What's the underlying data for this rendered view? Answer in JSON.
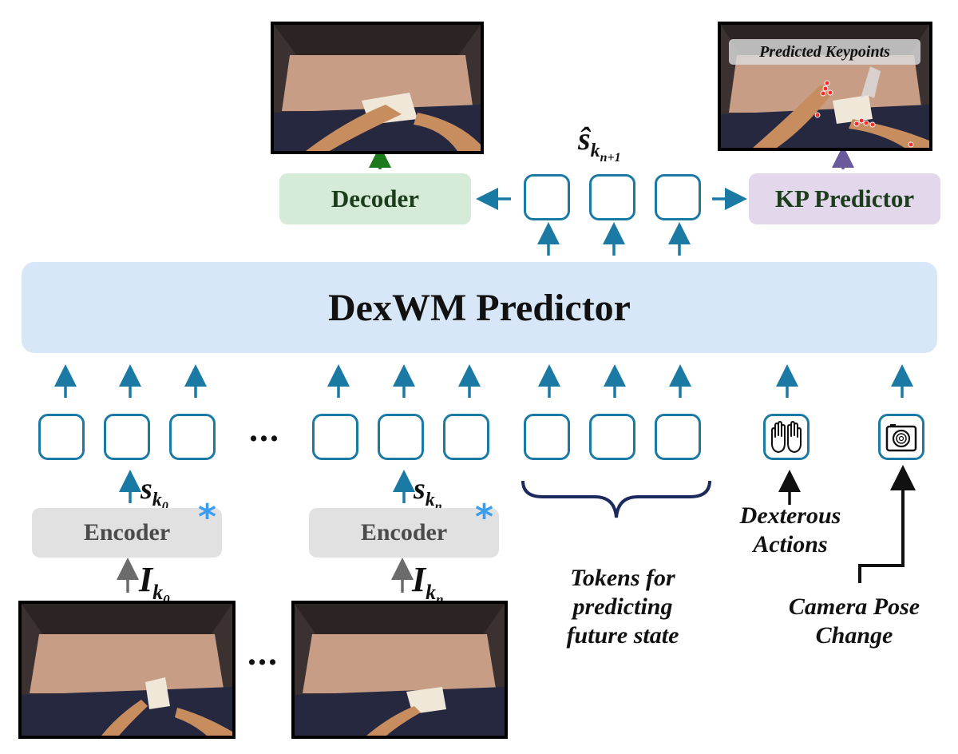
{
  "predictor": {
    "label": "DexWM Predictor"
  },
  "decoder": {
    "label": "Decoder"
  },
  "kp_predictor": {
    "label": "KP Predictor"
  },
  "keypoint_image": {
    "overlay_label": "Predicted Keypoints"
  },
  "encoders": [
    {
      "label": "Encoder",
      "state_symbol": "s",
      "state_sub": "k",
      "state_subsub": "0",
      "image_symbol": "I",
      "image_sub": "k",
      "image_subsub": "0"
    },
    {
      "label": "Encoder",
      "state_symbol": "s",
      "state_sub": "k",
      "state_subsub": "n",
      "image_symbol": "I",
      "image_sub": "k",
      "image_subsub": "n"
    }
  ],
  "predicted_state": {
    "symbol": "ŝ",
    "sub": "k",
    "subsub": "n+1"
  },
  "ellipsis": "...",
  "captions": {
    "future_tokens": [
      "Tokens for",
      "predicting",
      "future state"
    ],
    "dexterous_actions": [
      "Dexterous",
      "Actions"
    ],
    "camera_pose": [
      "Camera Pose",
      "Change"
    ]
  },
  "colors": {
    "token_border": "#1a7aa4",
    "predictor_bg": "#d7e7f8",
    "decoder_bg": "#d6ead8",
    "kp_bg": "#e3d7ec",
    "encoder_bg": "#e1e1e1",
    "label_dark": "#1c3d1c",
    "brace": "#1d2a5e"
  },
  "icons": {
    "actions": "hands-icon",
    "camera": "camera-icon",
    "encoder_marker": "asterisk-icon"
  }
}
